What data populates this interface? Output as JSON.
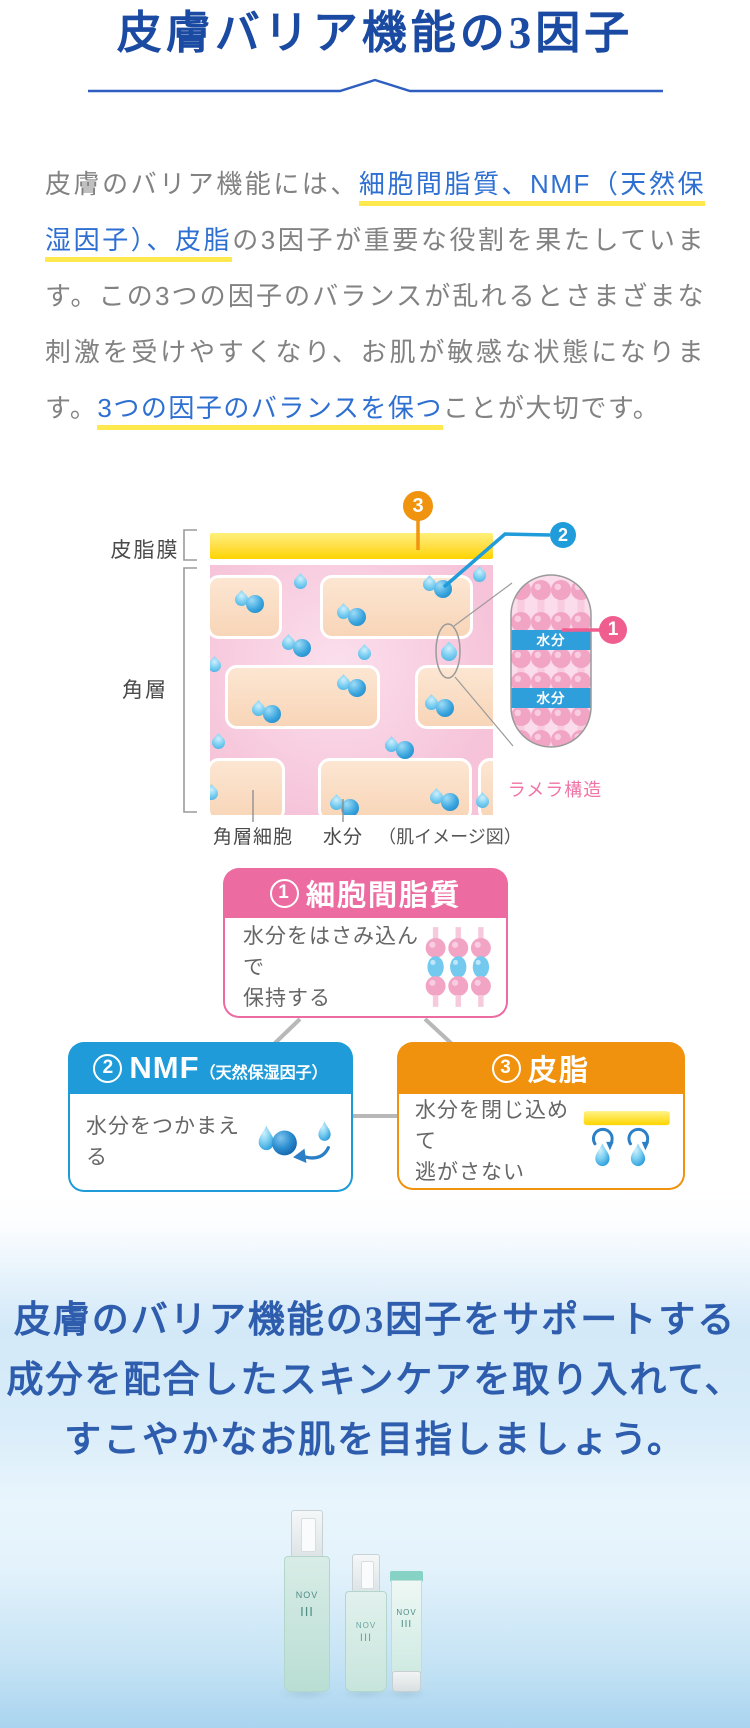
{
  "header": {
    "title": "皮膚バリア機能の3因子"
  },
  "intro": {
    "segments": [
      {
        "text": "皮膚のバリア機能には、",
        "highlight": false
      },
      {
        "text": "細胞間脂質、NMF（天然保湿因子）、皮脂",
        "highlight": true
      },
      {
        "text": "の3因子が重要な役割を果たしています。この3つの因子のバランスが乱れるとさまざまな刺激を受けやすくなり、お肌が敏感な状態になります。",
        "highlight": false
      },
      {
        "text": "3つの因子のバランスを保つ",
        "highlight": true
      },
      {
        "text": "ことが大切です。",
        "highlight": false
      }
    ]
  },
  "diagram": {
    "m1": "1",
    "m2": "2",
    "m3": "3",
    "label_sebum_film": "皮脂膜",
    "label_stratum_corneum": "角層",
    "label_corneocyte": "角層細胞",
    "label_moisture": "水分",
    "label_caption": "（肌イメージ図）",
    "label_lamellar": "ラメラ構造",
    "water_band_label": "水分"
  },
  "factors": [
    {
      "num": "1",
      "title": "細胞間脂質",
      "subtitle": "",
      "desc_lines": [
        "水分をはさみ込んで",
        "保持する"
      ],
      "accent": "#ec6ba1"
    },
    {
      "num": "2",
      "title": "NMF",
      "subtitle": "（天然保湿因子）",
      "desc_lines": [
        "水分をつかまえる",
        ""
      ],
      "accent": "#1e9bd8"
    },
    {
      "num": "3",
      "title": "皮脂",
      "subtitle": "",
      "desc_lines": [
        "水分を閉じ込めて",
        "逃がさない"
      ],
      "accent": "#f0920e"
    }
  ],
  "cta": {
    "lines": [
      "皮膚のバリア機能の3因子をサポートする",
      "成分を配合したスキンケアを取り入れて、",
      "すこやかなお肌を目指しましょう。"
    ]
  },
  "products": {
    "brand": "NOV",
    "line_label": "III"
  },
  "colors": {
    "title_blue": "#1a4aa2",
    "link_blue": "#2e6fd2",
    "highlight_yellow": "#ffe94e",
    "marker1_pink": "#f05e90",
    "marker2_blue": "#1f9cd9",
    "marker3_orange": "#f0930f",
    "factor1_pink": "#ec6ba1",
    "factor2_blue": "#1e9bd8",
    "factor3_orange": "#f0920e",
    "cta_blue": "#2e5dae"
  }
}
